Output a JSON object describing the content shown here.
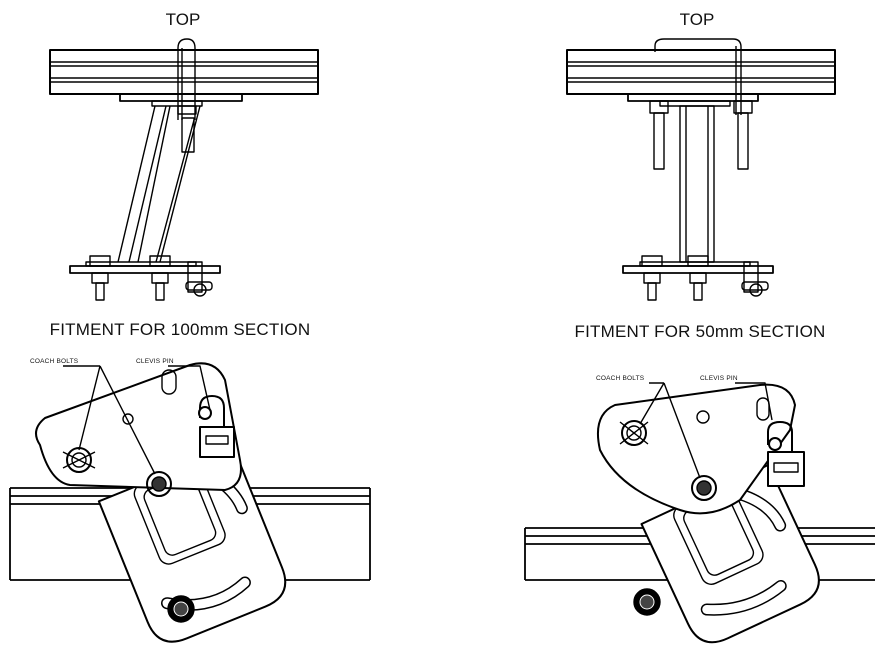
{
  "diagram": {
    "left": {
      "top_label": "TOP",
      "caption": "FITMENT FOR 100mm SECTION",
      "callouts": {
        "coach_bolts": "COACH BOLTS",
        "clevis_pin": "CLEVIS PIN"
      }
    },
    "right": {
      "top_label": "TOP",
      "caption": "FITMENT FOR 50mm SECTION",
      "callouts": {
        "coach_bolts": "COACH BOLTS",
        "clevis_pin": "CLEVIS PIN"
      }
    },
    "colors": {
      "line": "#000000",
      "background": "#ffffff"
    }
  }
}
